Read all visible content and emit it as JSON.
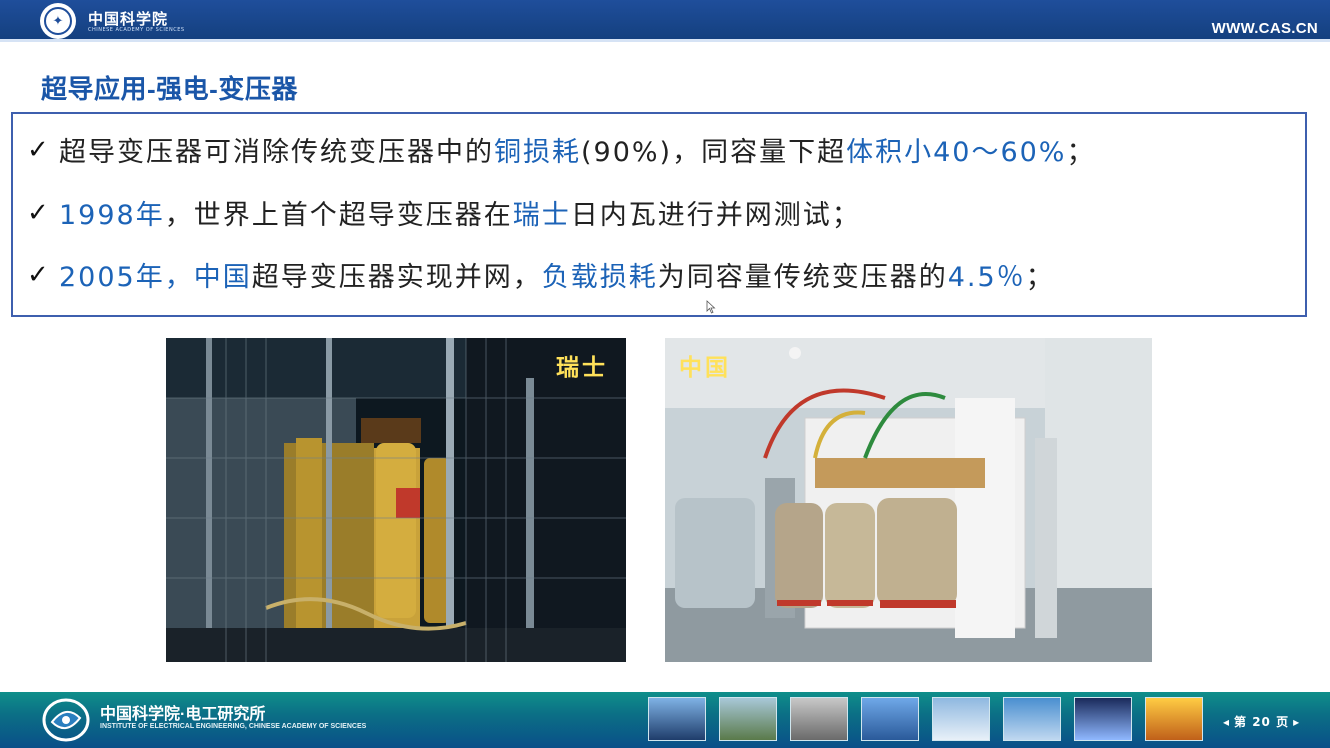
{
  "header": {
    "org_name": "中国科学院",
    "org_subname": "CHINESE ACADEMY OF SCIENCES",
    "url": "WWW.CAS.CN"
  },
  "slide": {
    "title": "超导应用-强电-变压器",
    "bullets": [
      {
        "segments": [
          {
            "text": "超导变压器可消除传统变压器中的",
            "highlight": false
          },
          {
            "text": "铜损耗",
            "highlight": true
          },
          {
            "text": "(90%)，同容量下超",
            "highlight": false
          },
          {
            "text": "体积小40～60%",
            "highlight": true
          },
          {
            "text": "；",
            "highlight": false
          }
        ]
      },
      {
        "segments": [
          {
            "text": "1998年",
            "highlight": true
          },
          {
            "text": "，世界上首个超导变压器在",
            "highlight": false
          },
          {
            "text": "瑞士",
            "highlight": true
          },
          {
            "text": "日内瓦进行并网测试；",
            "highlight": false
          }
        ]
      },
      {
        "segments": [
          {
            "text": "2005年，中国",
            "highlight": true
          },
          {
            "text": "超导变压器实现并网，",
            "highlight": false
          },
          {
            "text": "负载损耗",
            "highlight": true
          },
          {
            "text": "为同容量传统变压器的",
            "highlight": false
          },
          {
            "text": "4.5％",
            "highlight": true
          },
          {
            "text": "；",
            "highlight": false
          }
        ]
      }
    ],
    "photos": {
      "swiss_label": "瑞士",
      "china_label": "中国"
    }
  },
  "footer": {
    "institute_name": "中国科学院·电工研究所",
    "institute_subname": "INSTITUTE OF ELECTRICAL ENGINEERING, CHINESE ACADEMY OF SCIENCES",
    "page_label": "第 20 页"
  },
  "colors": {
    "header_blue": "#1f4e9b",
    "title_blue": "#1a56a8",
    "highlight_blue": "#1c63b7",
    "box_border": "#3e5fae",
    "photo_label": "#ffe15a",
    "footer_teal": "#0f8f8a"
  }
}
